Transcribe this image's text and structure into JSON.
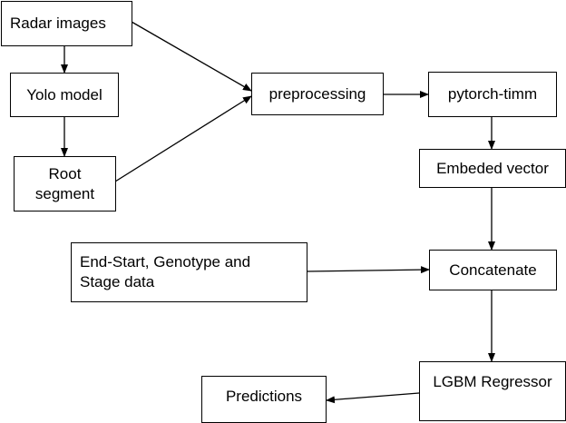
{
  "nodes": {
    "radar_images": "Radar images",
    "yolo_model": "Yolo model",
    "root_segment": "Root\nsegment",
    "preprocessing": "preprocessing",
    "pytorch_timm": "pytorch-timm",
    "embeded_vector": "Embeded vector",
    "metadata": "End-Start, Genotype and\nStage data",
    "concatenate": "Concatenate",
    "lgbm_regressor": "LGBM Regressor",
    "predictions": "Predictions"
  }
}
